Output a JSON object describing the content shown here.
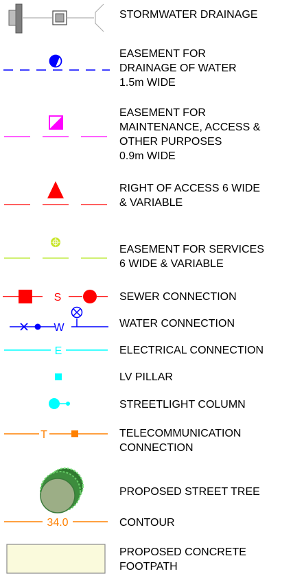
{
  "legend": {
    "items": [
      {
        "label": "STORMWATER DRAINAGE",
        "icon": "stormwater-drainage-symbol",
        "color": "#808080"
      },
      {
        "label": "EASEMENT FOR\nDRAINAGE OF WATER\n1.5m WIDE",
        "icon": "circle-quadrant-icon",
        "color": "#0000ff"
      },
      {
        "label": "EASEMENT FOR\nMAINTENANCE, ACCESS &\nOTHER PURPOSES\n0.9m WIDE",
        "icon": "diagonal-square-icon",
        "color": "#ff00ff"
      },
      {
        "label": "RIGHT OF ACCESS 6 WIDE\n& VARIABLE",
        "icon": "triangle-icon",
        "color": "#ff0000"
      },
      {
        "label": "EASEMENT FOR SERVICES\n6 WIDE & VARIABLE",
        "icon": "crosshair-circle-icon",
        "color": "#b5e61d"
      },
      {
        "label": "SEWER CONNECTION",
        "icon": "sewer-symbol",
        "color": "#ff0000",
        "code": "S"
      },
      {
        "label": "WATER CONNECTION",
        "icon": "water-symbol",
        "color": "#0000ff",
        "code": "W"
      },
      {
        "label": "ELECTRICAL CONNECTION",
        "icon": "electrical-line",
        "color": "#00ffff",
        "code": "E"
      },
      {
        "label": "LV PILLAR",
        "icon": "small-square-icon",
        "color": "#00ffff"
      },
      {
        "label": "STREETLIGHT COLUMN",
        "icon": "streetlight-icon",
        "color": "#00ffff"
      },
      {
        "label": "TELECOMMUNICATION\nCONNECTION",
        "icon": "telecom-symbol",
        "color": "#ff8000",
        "code": "T"
      },
      {
        "label": "PROPOSED STREET TREE",
        "icon": "tree-icon",
        "color": "#339933"
      },
      {
        "label": "CONTOUR",
        "icon": "contour-line",
        "color": "#ff8000",
        "code": "34.0"
      },
      {
        "label": "PROPOSED CONCRETE\nFOOTPATH",
        "icon": "footpath-rectangle",
        "color": "#fafadc"
      }
    ]
  }
}
